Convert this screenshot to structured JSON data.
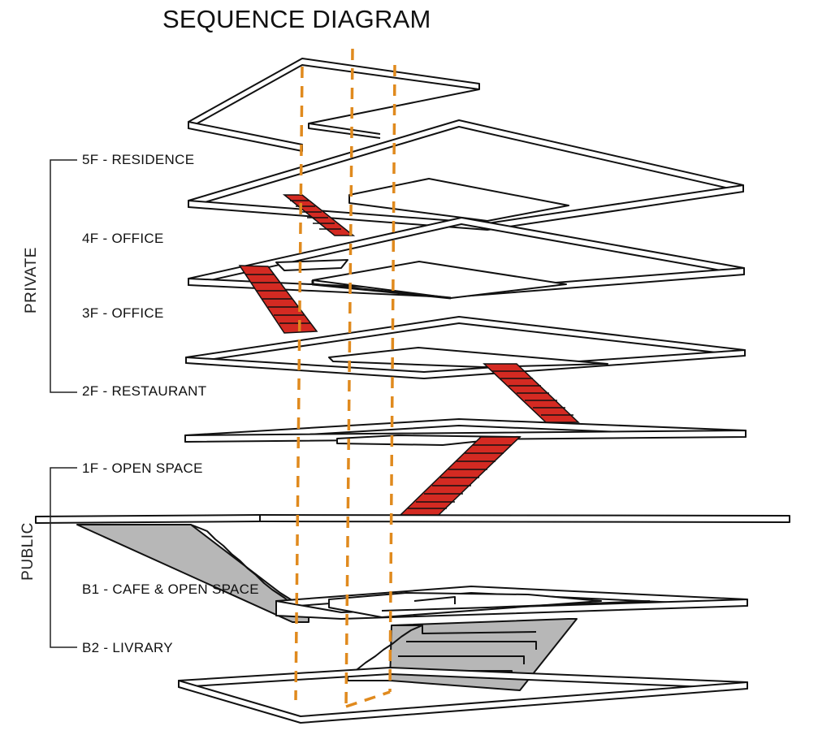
{
  "title": "SEQUENCE DIAGRAM",
  "groups": {
    "private": "PRIVATE",
    "public": "PUBLIC"
  },
  "floors": [
    {
      "label": "5F - RESIDENCE"
    },
    {
      "label": "4F - OFFICE"
    },
    {
      "label": "3F - OFFICE"
    },
    {
      "label": "2F - RESTAURANT"
    },
    {
      "label": "1F - OPEN SPACE"
    },
    {
      "label": "B1 - CAFE & OPEN SPACE"
    },
    {
      "label": "B2 - LIVRARY"
    }
  ],
  "colors": {
    "stair": "#d42a22",
    "void_line": "#e08a1e",
    "basement_fill": "#b7b7b7",
    "slab_stroke": "#111111"
  }
}
